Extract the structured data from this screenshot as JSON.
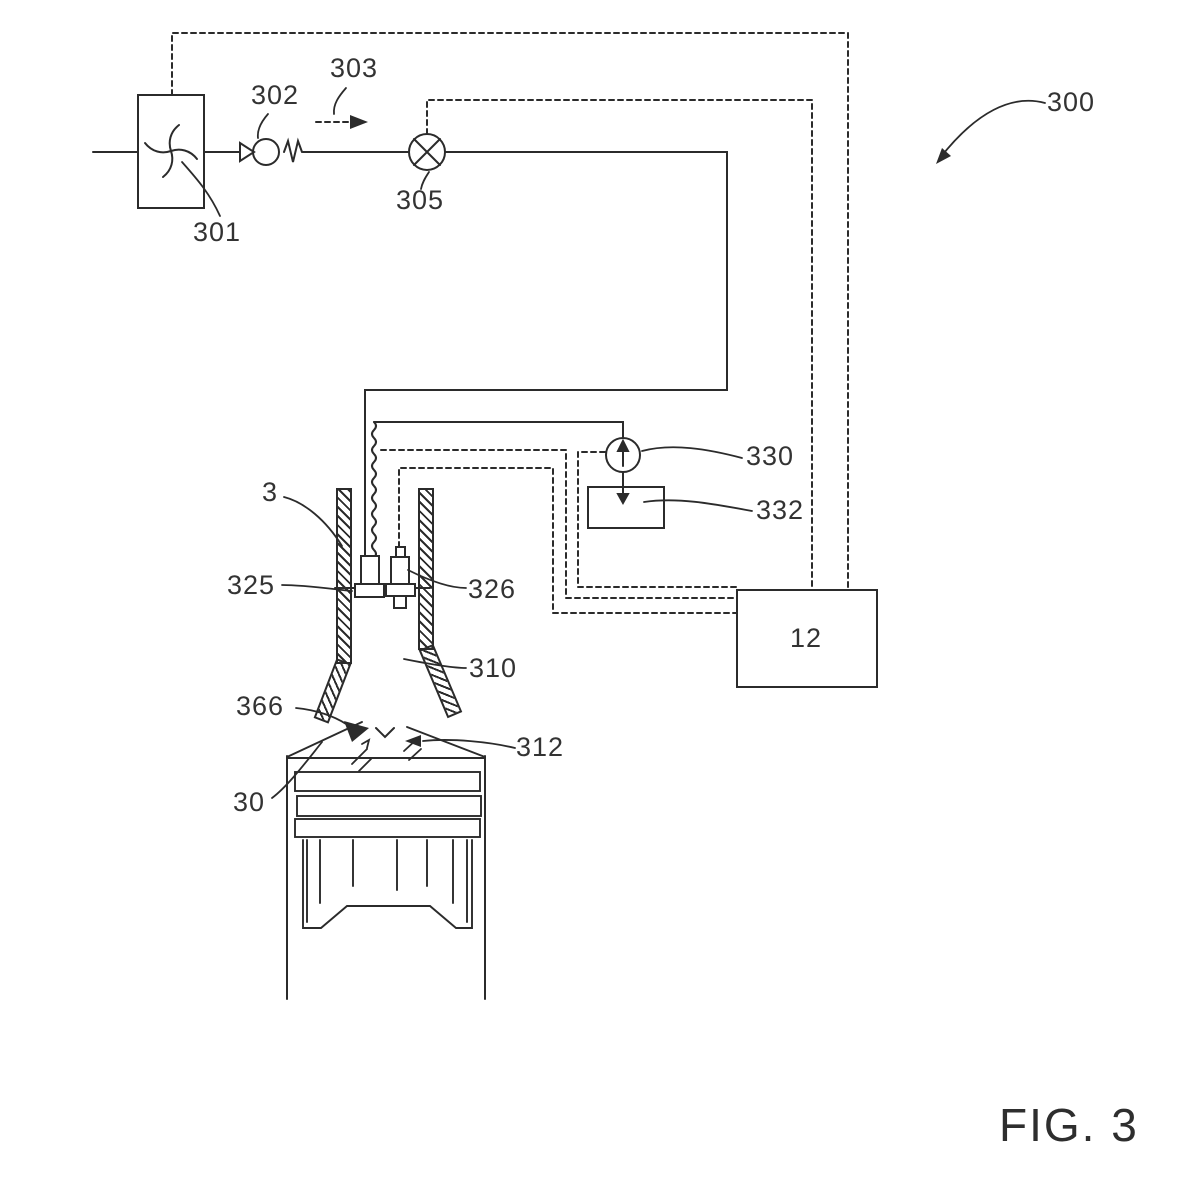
{
  "labels": {
    "n3": "3",
    "n12": "12",
    "n30": "30",
    "n300": "300",
    "n301": "301",
    "n302": "302",
    "n303": "303",
    "n305": "305",
    "n310": "310",
    "n312": "312",
    "n325": "325",
    "n326": "326",
    "n330": "330",
    "n332": "332",
    "n366": "366"
  },
  "caption": "FIG. 3",
  "colors": {
    "line": "#2b2b2b",
    "text": "#333333",
    "background": "#ffffff"
  }
}
